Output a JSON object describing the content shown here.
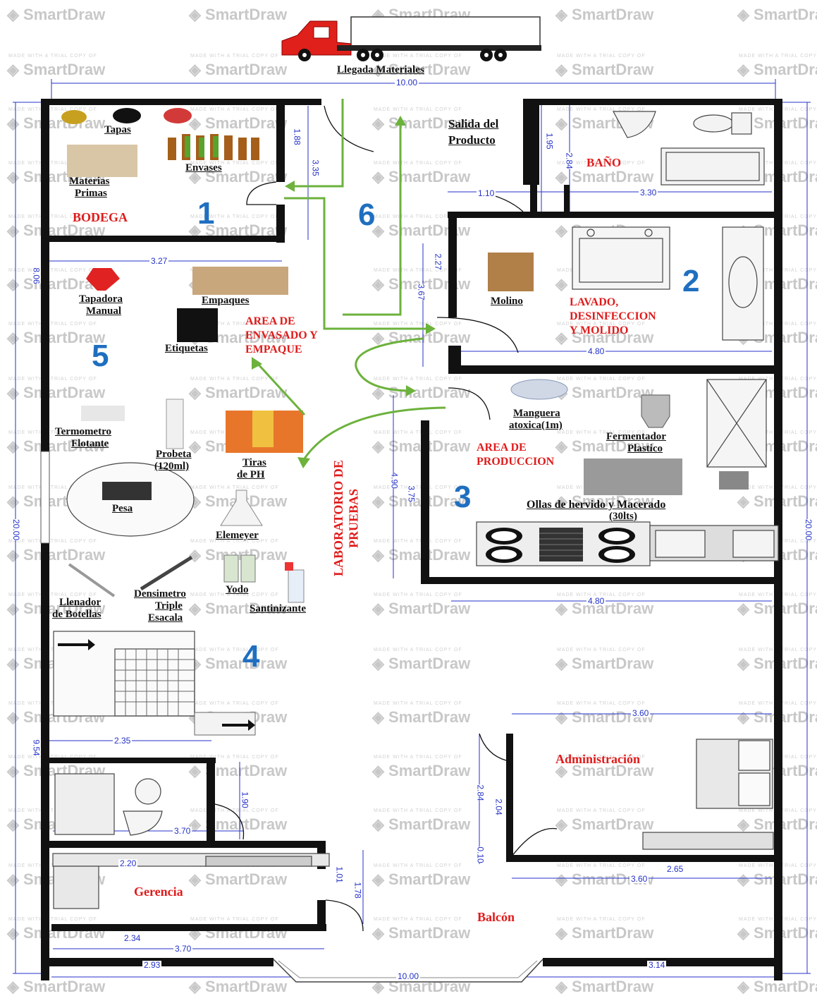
{
  "watermark": {
    "brand": "SmartDraw",
    "trial": "MADE WITH A TRIAL COPY OF"
  },
  "header": {
    "truck_label": "Llegada  Materiales",
    "top_dimension": "10.00"
  },
  "rooms": {
    "bodega": {
      "title": "BODEGA",
      "number": "1",
      "items": [
        "Tapas",
        "Envases",
        "Materias",
        "Primas"
      ]
    },
    "salida": {
      "line1": "Salida del",
      "line2": "Producto"
    },
    "bano": {
      "title": "BAÑO"
    },
    "corridor": {
      "number": "6"
    },
    "lavado": {
      "number": "2",
      "area_lines": [
        "LAVADO,",
        "DESINFECCION",
        "Y MOLIDO"
      ],
      "items": [
        "Molino"
      ]
    },
    "envasado": {
      "number": "5",
      "area_lines": [
        "AREA DE",
        "ENVASADO Y",
        "EMPAQUE"
      ],
      "items": [
        "Tapadora",
        "Manual",
        "Empaques",
        "Etiquetas"
      ]
    },
    "produccion": {
      "number": "3",
      "area_lines": [
        "AREA DE",
        "PRODUCCION"
      ],
      "items": [
        "Manguera",
        "atoxica(1m)",
        "Fermentador",
        "Plastico",
        "Ollas de hervido y Macerado",
        "(30lts)"
      ]
    },
    "laboratorio": {
      "number": "4",
      "vertical_title_1": "LABORATORIO DE",
      "vertical_title_2": "PRUEBAS",
      "items": [
        "Termometro",
        "Flotante",
        "Probeta",
        "(120ml)",
        "Tiras",
        "de PH",
        "Pesa",
        "Elemeyer",
        "Llenador",
        "de Botellas",
        "Densimetro",
        "Triple",
        "Esacala",
        "Yodo",
        "Santinizante"
      ]
    },
    "administracion": {
      "title": "Administración"
    },
    "gerencia": {
      "title": "Gerencia"
    },
    "balcon": {
      "title": "Balcón"
    }
  },
  "dimensions": {
    "d_188": "1.88",
    "d_335": "3.35",
    "d_195": "1.95",
    "d_284a": "2.84",
    "d_110": "1.10",
    "d_330": "3.30",
    "d_327": "3.27",
    "d_806": "8.06",
    "d_227": "2.27",
    "d_367": "3.67",
    "d_480a": "4.80",
    "d_490": "4.90",
    "d_375": "3.75",
    "d_480b": "4.80",
    "d_2000l": "20.00",
    "d_2000r": "20.00",
    "d_360a": "3.60",
    "d_954": "9.54",
    "d_235": "2.35",
    "d_190": "1.90",
    "d_370a": "3.70",
    "d_284b": "2.84",
    "d_204": "2.04",
    "d_010": "0.10",
    "d_265": "2.65",
    "d_360b": "3.60",
    "d_220": "2.20",
    "d_101": "1.01",
    "d_178": "1.78",
    "d_234": "2.34",
    "d_370b": "3.70",
    "d_293": "2.93",
    "d_1000b": "10.00",
    "d_314": "3.14"
  },
  "colors": {
    "wall": "#111111",
    "dimension": "#2432c8",
    "area_label": "#e01b1b",
    "room_number": "#1f6fc0",
    "flow_arrow": "#6cb23c",
    "truck": "#e0201b"
  }
}
